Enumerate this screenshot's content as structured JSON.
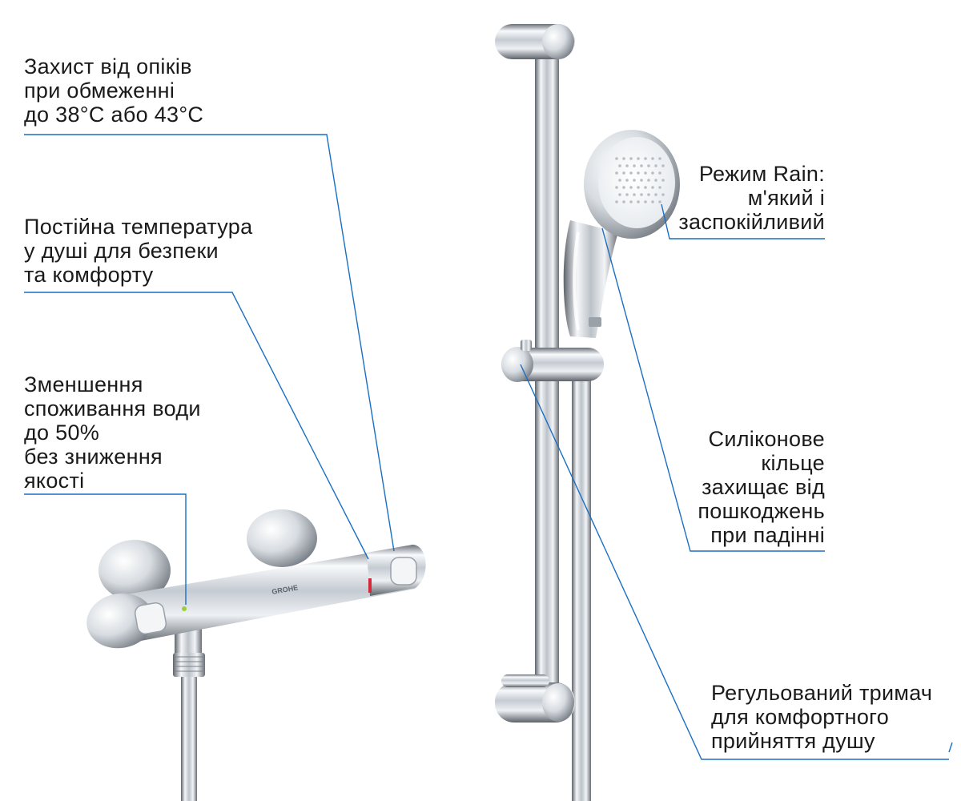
{
  "colors": {
    "leader_line": "#1a6fc4",
    "text": "#1a1a1a",
    "background": "#ffffff",
    "chrome_light": "#f7f9fb",
    "chrome_mid": "#b9bfc6",
    "chrome_dark": "#5a6068"
  },
  "brand": {
    "logo_text": "GROHE"
  },
  "callouts": {
    "scald": {
      "lines": [
        "Захист від опіків",
        "при обмеженні",
        "до 38°C або 43°C"
      ]
    },
    "temperature": {
      "lines": [
        "Постійна температура",
        "у душі для безпеки",
        "та комфорту"
      ]
    },
    "water": {
      "lines": [
        "Зменшення",
        "споживання води",
        "до 50%",
        "без зниження",
        "якості"
      ]
    },
    "rain": {
      "lines": [
        "Режим Rain:",
        "м'який і",
        "заспокійливий"
      ]
    },
    "silicone": {
      "lines": [
        "Силіконове",
        "кільце",
        "захищає від",
        "пошкоджень",
        "при падінні"
      ]
    },
    "holder": {
      "lines": [
        "Регульований тримач",
        "для комфортного",
        "прийняття душу"
      ]
    }
  }
}
